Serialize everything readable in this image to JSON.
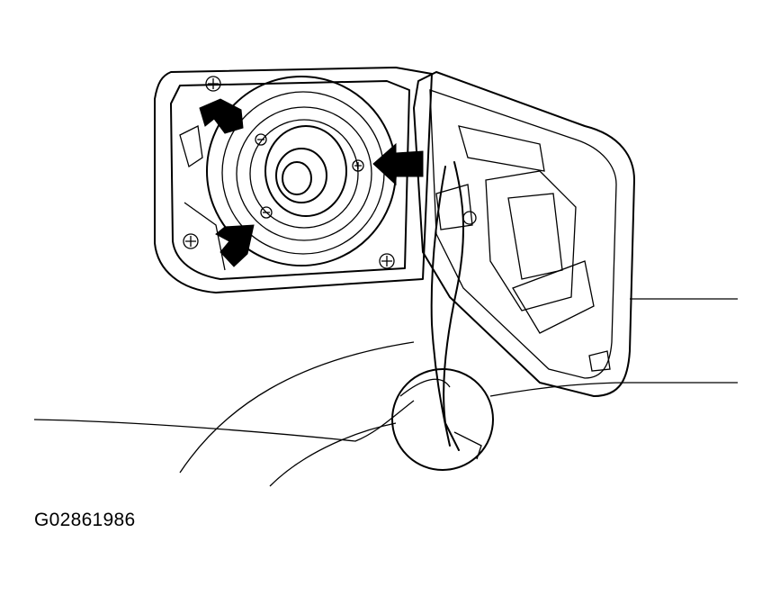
{
  "figure": {
    "id_label": "G02861986",
    "colors": {
      "line": "#000000",
      "background": "#ffffff"
    },
    "callouts": [
      "arrow-upper-left",
      "arrow-lower-left",
      "arrow-right"
    ]
  }
}
